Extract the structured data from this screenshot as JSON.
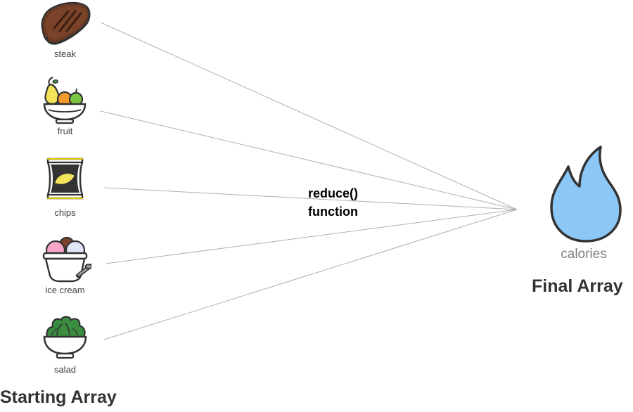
{
  "starting_array": {
    "title": "Starting Array",
    "items": [
      {
        "label": "steak",
        "icon": "steak-icon"
      },
      {
        "label": "fruit",
        "icon": "fruit-bowl-icon"
      },
      {
        "label": "chips",
        "icon": "chips-bag-icon"
      },
      {
        "label": "ice cream",
        "icon": "ice-cream-cup-icon"
      },
      {
        "label": "salad",
        "icon": "salad-bowl-icon"
      }
    ]
  },
  "function": {
    "line1": "reduce()",
    "line2": "function"
  },
  "final_array": {
    "title": "Final Array",
    "result_label": "calories",
    "icon": "flame-icon",
    "icon_color": "#8cc8f7"
  },
  "colors": {
    "connector": "#b0b0b0",
    "outline": "#333333"
  }
}
